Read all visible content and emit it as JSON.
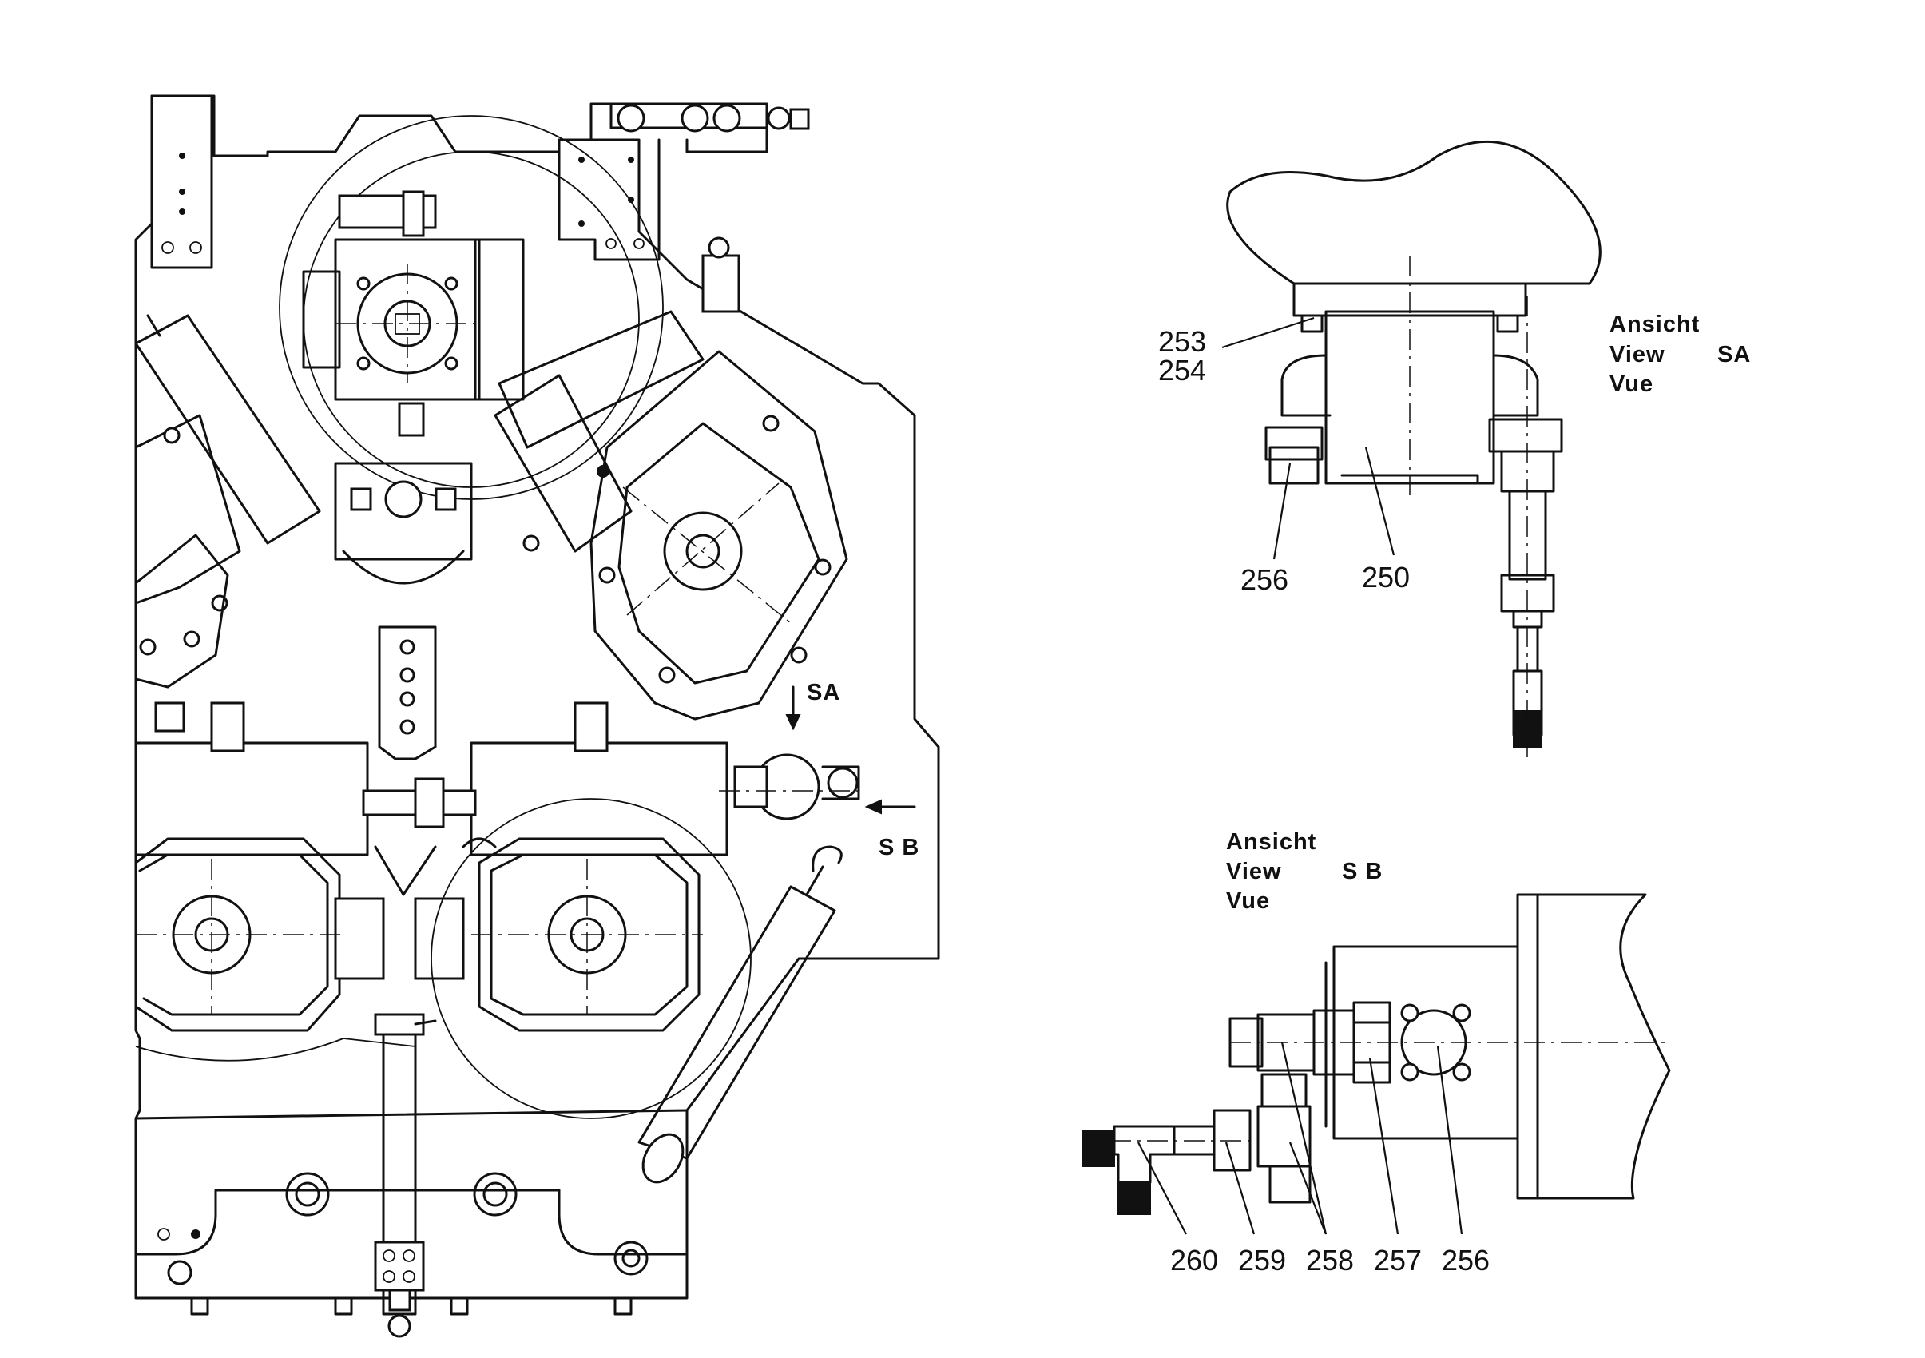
{
  "views": {
    "sa": {
      "caption_lines": [
        "Ansicht",
        "View",
        "Vue"
      ],
      "code": "SA",
      "parts": [
        "253",
        "254",
        "256",
        "250"
      ]
    },
    "sb": {
      "caption_lines": [
        "Ansicht",
        "View",
        "Vue"
      ],
      "code": "S B",
      "parts": [
        "260",
        "259",
        "258",
        "257",
        "256"
      ]
    }
  },
  "main_view": {
    "arrow_sa": "SA",
    "arrow_sb": "S B"
  }
}
